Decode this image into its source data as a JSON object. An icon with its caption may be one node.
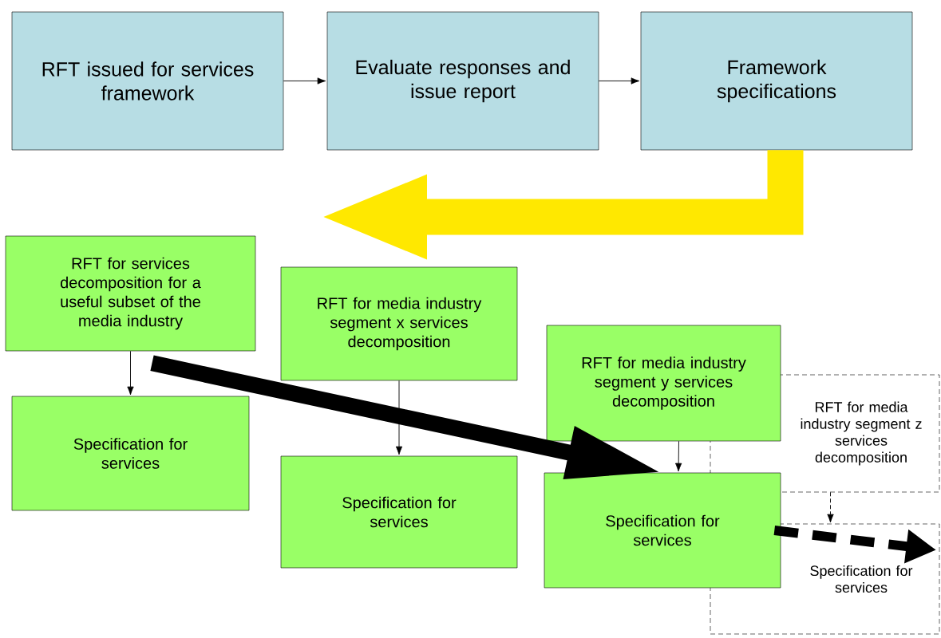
{
  "diagram": {
    "nodes": [
      {
        "text": [
          "RFT issued for services framework"
        ]
      },
      {
        "text": [
          "Evaluate responses and issue report"
        ]
      },
      {
        "text": [
          "Framework specifications"
        ]
      },
      {
        "text": [
          "RFT for services decomposition for a useful subset of the media industry"
        ]
      },
      {
        "text": [
          "Specification for services"
        ]
      },
      {
        "text": [
          "RFT for media industry segment x services decomposition"
        ]
      },
      {
        "text": [
          "Specification for services"
        ]
      },
      {
        "text": [
          "RFT for media industry segment y services decomposition"
        ]
      },
      {
        "text": [
          "Specification for services"
        ]
      },
      {
        "text": [
          "RFT for media industry segment z services decomposition"
        ]
      },
      {
        "text": [
          "Specification for services"
        ]
      }
    ],
    "edges": [
      {
        "from": 0,
        "to": 1,
        "arrow": "to"
      },
      {
        "from": 1,
        "to": 2,
        "arrow": "to"
      },
      {
        "from": 2,
        "to": null,
        "arrow": "to",
        "style": "thick",
        "color": "#ffe800"
      },
      {
        "from": 3,
        "to": 4,
        "arrow": "to"
      },
      {
        "from": 5,
        "to": 6,
        "arrow": "to"
      },
      {
        "from": 7,
        "to": 8,
        "arrow": "to"
      },
      {
        "from": 9,
        "to": 10,
        "arrow": "to",
        "style": "dashed"
      },
      {
        "from": 3,
        "to": 8,
        "arrow": "to",
        "style": "thick"
      },
      {
        "from": 8,
        "to": 10,
        "arrow": "to",
        "style": "dashed"
      }
    ]
  }
}
